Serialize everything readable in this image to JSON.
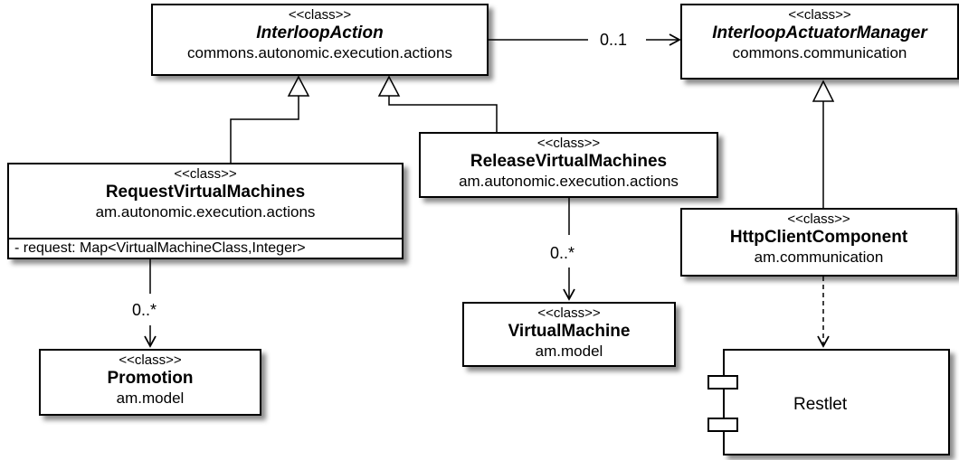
{
  "classes": {
    "interloop_action": {
      "stereotype": "<<class>>",
      "name": "InterloopAction",
      "package": "commons.autonomic.execution.actions"
    },
    "interloop_actuator_manager": {
      "stereotype": "<<class>>",
      "name": "InterloopActuatorManager",
      "package": "commons.communication"
    },
    "request_virtual_machines": {
      "stereotype": "<<class>>",
      "name": "RequestVirtualMachines",
      "package": "am.autonomic.execution.actions",
      "attribute": "- request: Map<VirtualMachineClass,Integer>"
    },
    "release_virtual_machines": {
      "stereotype": "<<class>>",
      "name": "ReleaseVirtualMachines",
      "package": "am.autonomic.execution.actions"
    },
    "http_client_component": {
      "stereotype": "<<class>>",
      "name": "HttpClientComponent",
      "package": "am.communication"
    },
    "virtual_machine": {
      "stereotype": "<<class>>",
      "name": "VirtualMachine",
      "package": "am.model"
    },
    "promotion": {
      "stereotype": "<<class>>",
      "name": "Promotion",
      "package": "am.model"
    }
  },
  "component": {
    "name": "Restlet"
  },
  "multiplicities": {
    "action_to_manager": "0..1",
    "request_to_promotion": "0..*",
    "release_to_vm": "0..*"
  }
}
